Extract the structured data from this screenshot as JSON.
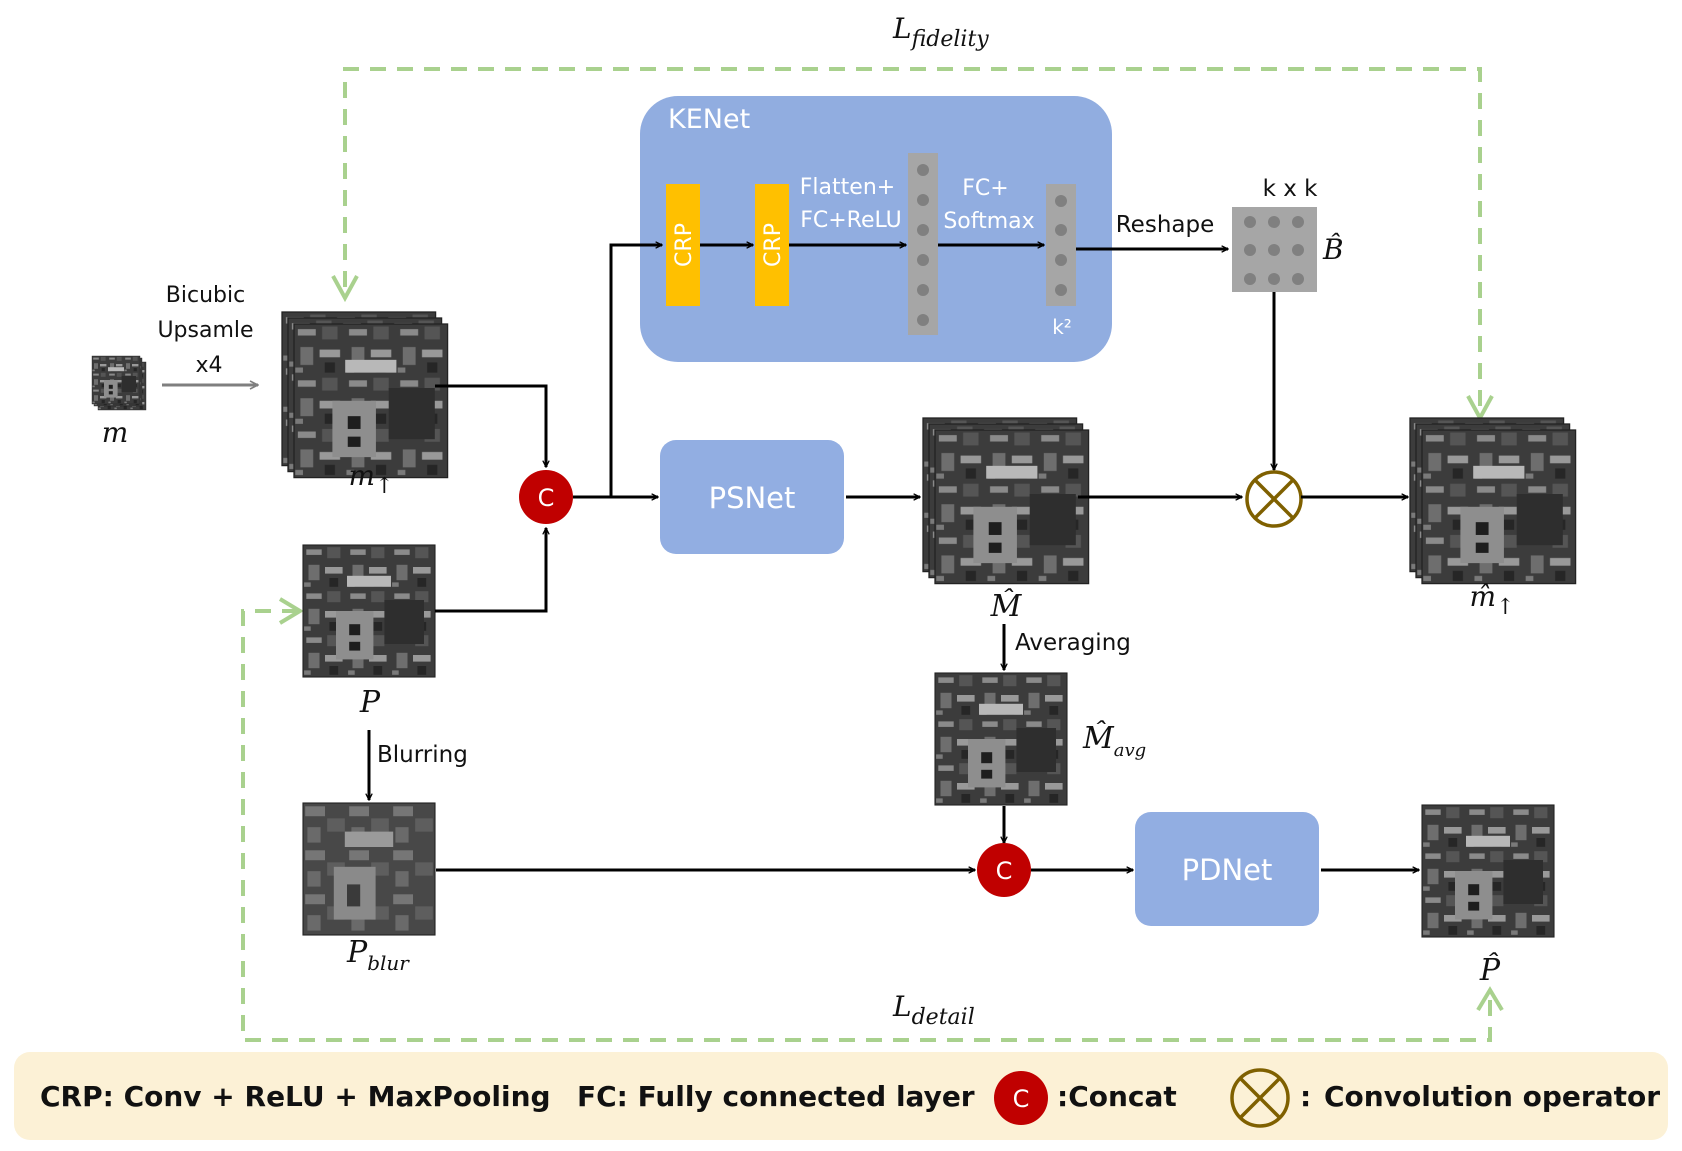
{
  "losses": {
    "fidelity": {
      "base": "L",
      "sub": "fidelity"
    },
    "detail": {
      "base": "L",
      "sub": "detail"
    }
  },
  "labels": {
    "m": "m",
    "bicubic": [
      "Bicubic",
      "Upsamle",
      "x4"
    ],
    "m_up": {
      "base": "m",
      "sub": "↑"
    },
    "p": "P",
    "p_blur": {
      "base": "P",
      "sub": "blur"
    },
    "blurring": "Blurring",
    "m_hat": "M̂",
    "averaging": "Averaging",
    "m_hat_avg": {
      "base": "M̂",
      "sub": "avg"
    },
    "m_hat_up": {
      "base": "m̂",
      "sub": "↑"
    },
    "p_hat": "P̂",
    "b_hat": "B̂",
    "kxk": "k x k",
    "reshape": "Reshape",
    "k2": "k²"
  },
  "kenet": {
    "title": "KENet",
    "crp": "CRP",
    "flatten": [
      "Flatten+",
      "FC+ReLU"
    ],
    "fc_softmax": [
      "FC+",
      "Softmax"
    ]
  },
  "modules": {
    "psnet": "PSNet",
    "pdnet": "PDNet"
  },
  "concat_symbol": "C",
  "legend": {
    "crp": "CRP: Conv + ReLU + MaxPooling",
    "fc": "FC: Fully connected layer",
    "concat_symbol": "C",
    "concat": ":Concat",
    "conv_colon": ":",
    "conv": "Convolution operator"
  },
  "colors": {
    "kenet_bg": "#91ADE0",
    "module_bg": "#92AEE2",
    "crp": "#FFC000",
    "concat": "#C00000",
    "conv_op": "#7F6000",
    "loss_dash": "#A9D18E",
    "legend_bg": "#FCF1D6"
  }
}
